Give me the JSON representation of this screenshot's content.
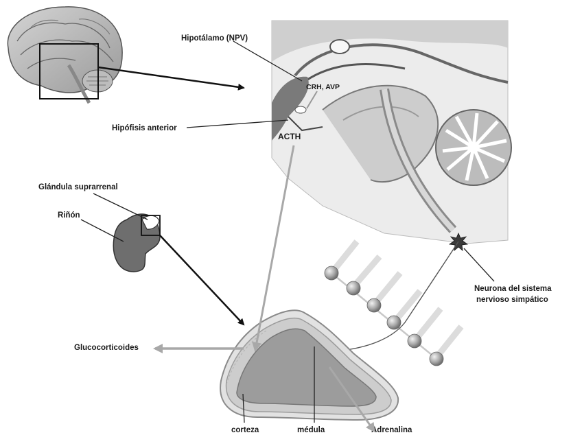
{
  "labels": {
    "hypothalamus": "Hipotálamo (NPV)",
    "crh_avp": "CRH, AVP",
    "anterior_pituitary": "Hipófisis anterior",
    "acth": "ACTH",
    "adrenal_gland": "Glándula suprarrenal",
    "kidney": "Riñón",
    "sympathetic_neuron_line1": "Neurona del sistema",
    "sympathetic_neuron_line2": "nervioso simpático",
    "glucocorticoids": "Glucocorticoides",
    "cortex": "corteza",
    "medulla": "médula",
    "adrenaline": "Adrenalina"
  },
  "icons": {
    "brain": "brain-sagittal-icon",
    "kidney": "kidney-icon",
    "neuron": "neuron-star-icon"
  },
  "colors": {
    "arrow_black": "#111111",
    "arrow_gray": "#a8a8a8",
    "kidney_fill": "#6e6e6e",
    "sphere": "#9a9a9a",
    "neuron": "#3a3a3a"
  }
}
